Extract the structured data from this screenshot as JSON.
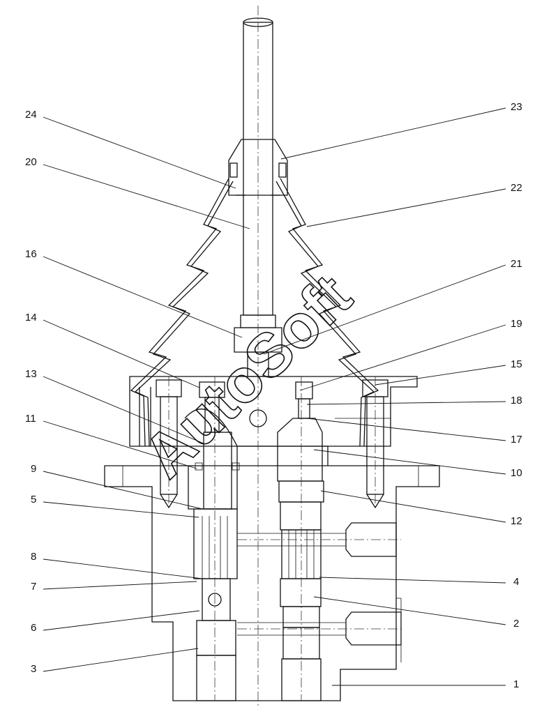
{
  "watermark": "AutoSoft",
  "callouts": [
    {
      "n": "24"
    },
    {
      "n": "23"
    },
    {
      "n": "20"
    },
    {
      "n": "22"
    },
    {
      "n": "16"
    },
    {
      "n": "21"
    },
    {
      "n": "14"
    },
    {
      "n": "19"
    },
    {
      "n": "15"
    },
    {
      "n": "13"
    },
    {
      "n": "18"
    },
    {
      "n": "11"
    },
    {
      "n": "17"
    },
    {
      "n": "10"
    },
    {
      "n": "9"
    },
    {
      "n": "12"
    },
    {
      "n": "5"
    },
    {
      "n": "8"
    },
    {
      "n": "4"
    },
    {
      "n": "7"
    },
    {
      "n": "6"
    },
    {
      "n": "2"
    },
    {
      "n": "3"
    },
    {
      "n": "1"
    }
  ]
}
